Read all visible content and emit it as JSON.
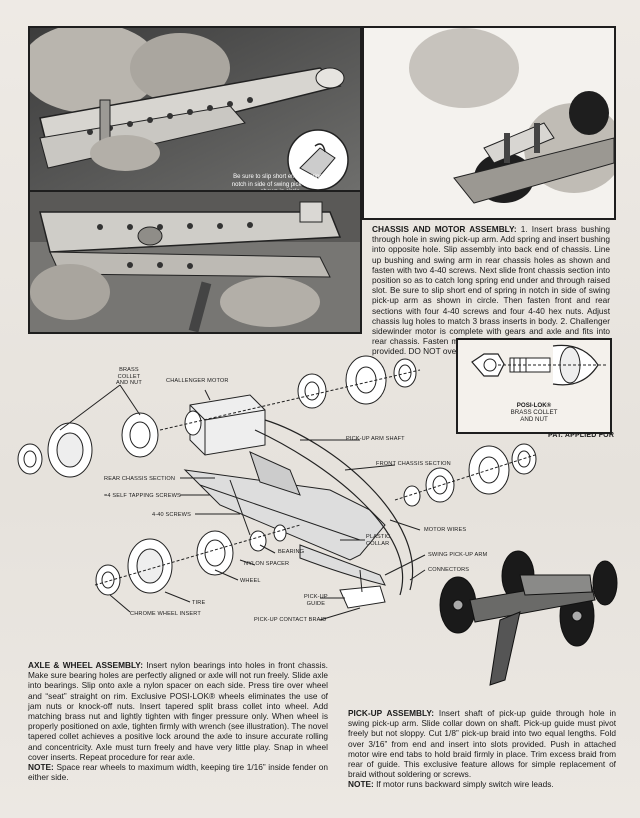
{
  "photo_caption": "Be sure to slip short end of spring in notch in side of swing pick-up arm as shown in circle.",
  "chassis_section": {
    "heading": "CHASSIS AND MOTOR ASSEMBLY:",
    "body": "1. Insert brass bushing through hole in swing pick-up arm. Add spring and insert bushing into opposite hole. Slip assembly into back end of chassis. Line up bushing and swing arm in rear chassis holes as shown and fasten with two 4-40 screws. Next slide front chassis section into position so as to catch long spring end under and through raised slot. Be sure to slip short end of spring in notch in side of swing pick-up arm as shown in circle. Then fasten front and rear sections with four 4-40 screws and four 4-40 hex nuts. Adjust chassis lug holes to match 3 brass inserts in body. 2. Challenger sidewinder motor is complete with gears and axle and fits into rear chassis. Fasten motor with the four =4 self-tapping screws provided. DO NOT over-tighten."
  },
  "posilok": {
    "name": "POSI-LOK®",
    "line2": "BRASS COLLET",
    "line3": "AND NUT"
  },
  "patent": "PAT. APPLIED FOR",
  "labels": {
    "brass_collet": [
      "BRASS",
      "COLLET",
      "AND NUT"
    ],
    "challenger_motor": "CHALLENGER MOTOR",
    "pickup_arm_shaft": "PICK-UP ARM SHAFT",
    "front_chassis_section": "FRONT CHASSIS SECTION",
    "rear_chassis_section": "REAR CHASSIS SECTION",
    "self_tapping_screws": "=4 SELF TAPPING SCREWS",
    "screws_440": "4-40 SCREWS",
    "plastic_collar": [
      "PLASTIC",
      "COLLAR"
    ],
    "motor_wires": "MOTOR WIRES",
    "bearing": "BEARING",
    "nylon_spacer": "NYLON SPACER",
    "swing_pickup_arm": "SWING PICK-UP ARM",
    "connectors": "CONNECTORS",
    "wheel": "WHEEL",
    "tire": "TIRE",
    "chrome_wheel_insert": "CHROME WHEEL INSERT",
    "pickup_guide": [
      "PICK-UP",
      "GUIDE"
    ],
    "pickup_contact_braid": "PICK-UP CONTACT BRAID"
  },
  "axle_section": {
    "heading": "AXLE & WHEEL ASSEMBLY:",
    "body": "Insert nylon bearings into holes in front chassis. Make sure bearing holes are perfectly aligned or axle will not run freely. Slide axle into bearings. Slip onto axle a nylon spacer on each side. Press tire over wheel and “seat” straight on rim. Exclusive POSI-LOK® wheels eliminates the use of jam nuts or knock-off nuts. Insert tapered split brass collet into wheel. Add matching brass nut and lightly tighten with finger pressure only. When wheel is properly positioned on axle, tighten firmly with wrench (see illustration). The novel tapered collet achieves a positive lock around the axle to insure accurate rolling and concentricity. Axle must turn freely and have very little play. Snap in wheel cover inserts. Repeat procedure for rear axle.",
    "note_label": "NOTE:",
    "note": "Space rear wheels to maximum width, keeping tire 1/16” inside fender on either side."
  },
  "pickup_section": {
    "heading": "PICK-UP ASSEMBLY:",
    "body": "Insert shaft of pick-up guide through hole in swing pick-up arm. Slide collar down on shaft. Pick-up guide must pivot freely but not sloppy. Cut 1/8” pick-up braid into two equal lengths. Fold over 3/16” from end and insert into slots provided. Push in attached motor wire end tabs to hold braid firmly in place. Trim excess braid from rear of guide. This exclusive feature allows for simple replacement of braid without soldering or screws.",
    "note_label": "NOTE:",
    "note": "If motor runs backward simply switch wire leads."
  }
}
